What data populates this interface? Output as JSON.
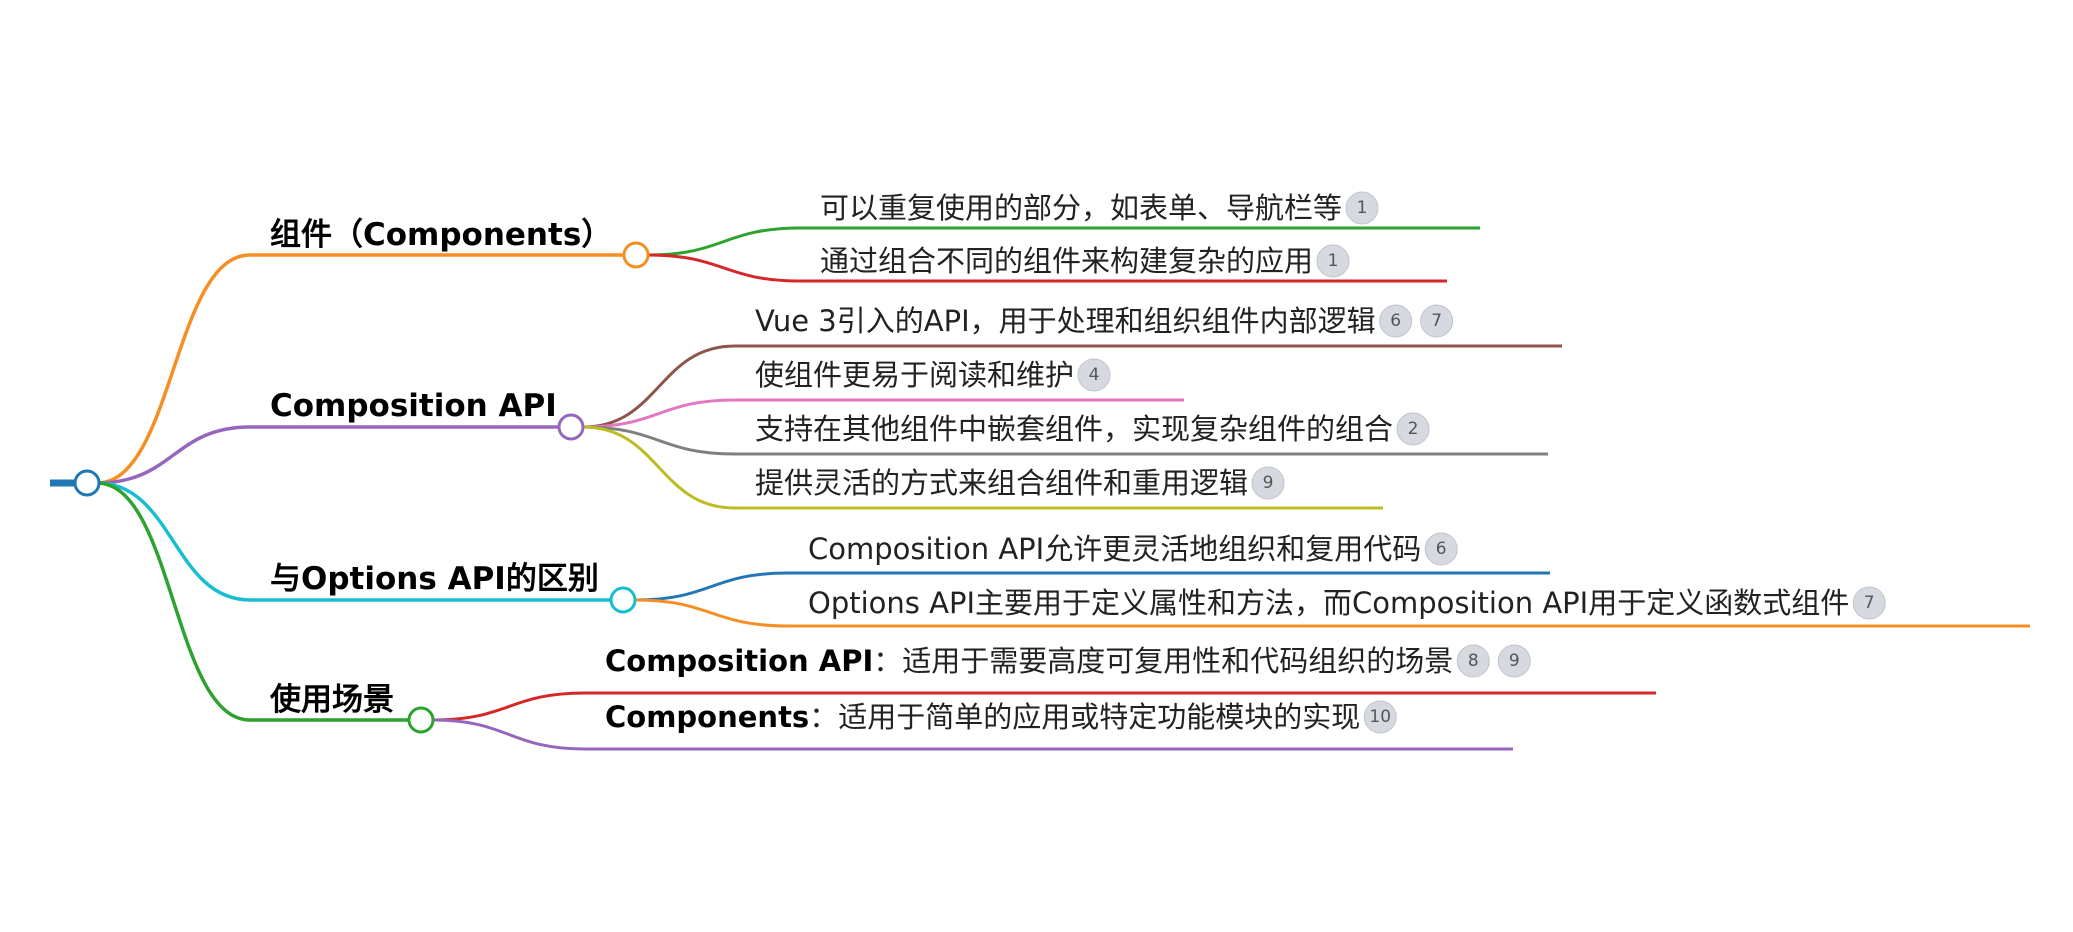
{
  "branches": [
    {
      "key": "components",
      "label": "组件（Components）",
      "color": "#f68e24",
      "leaves": [
        {
          "text": "可以重复使用的部分，如表单、导航栏等",
          "badges": [
            "1"
          ],
          "color": "#2ea22e"
        },
        {
          "text": "通过组合不同的组件来构建复杂的应用",
          "badges": [
            "1"
          ],
          "color": "#d62728"
        }
      ]
    },
    {
      "key": "composition",
      "label": "Composition API",
      "color": "#9467bd",
      "leaves": [
        {
          "text": "Vue 3引入的API，用于处理和组织组件内部逻辑",
          "badges": [
            "6",
            "7"
          ],
          "color": "#8c564b"
        },
        {
          "text": "使组件更易于阅读和维护",
          "badges": [
            "4"
          ],
          "color": "#e377c2"
        },
        {
          "text": "支持在其他组件中嵌套组件，实现复杂组件的组合",
          "badges": [
            "2"
          ],
          "color": "#7f7f7f"
        },
        {
          "text": "提供灵活的方式来组合组件和重用逻辑",
          "badges": [
            "9"
          ],
          "color": "#bcbd22"
        }
      ]
    },
    {
      "key": "difference",
      "label": "与Options API的区别",
      "color": "#17becf",
      "leaves": [
        {
          "text": "Composition API允许更灵活地组织和复用代码",
          "badges": [
            "6"
          ],
          "color": "#1f77b4"
        },
        {
          "text": "Options API主要用于定义属性和方法，而Composition API用于定义函数式组件",
          "badges": [
            "7"
          ],
          "color": "#f68e24"
        }
      ]
    },
    {
      "key": "scenarios",
      "label": "使用场景",
      "color": "#2ea22e",
      "leaves": [
        {
          "bold": "Composition API",
          "text": "：适用于需要高度可复用性和代码组织的场景",
          "badges": [
            "8",
            "9"
          ],
          "color": "#d62728"
        },
        {
          "bold": "Components",
          "text": "：适用于简单的应用或特定功能模块的实现",
          "badges": [
            "10"
          ],
          "color": "#9467bd"
        }
      ]
    }
  ],
  "root": {
    "color": "#1f77b4"
  }
}
